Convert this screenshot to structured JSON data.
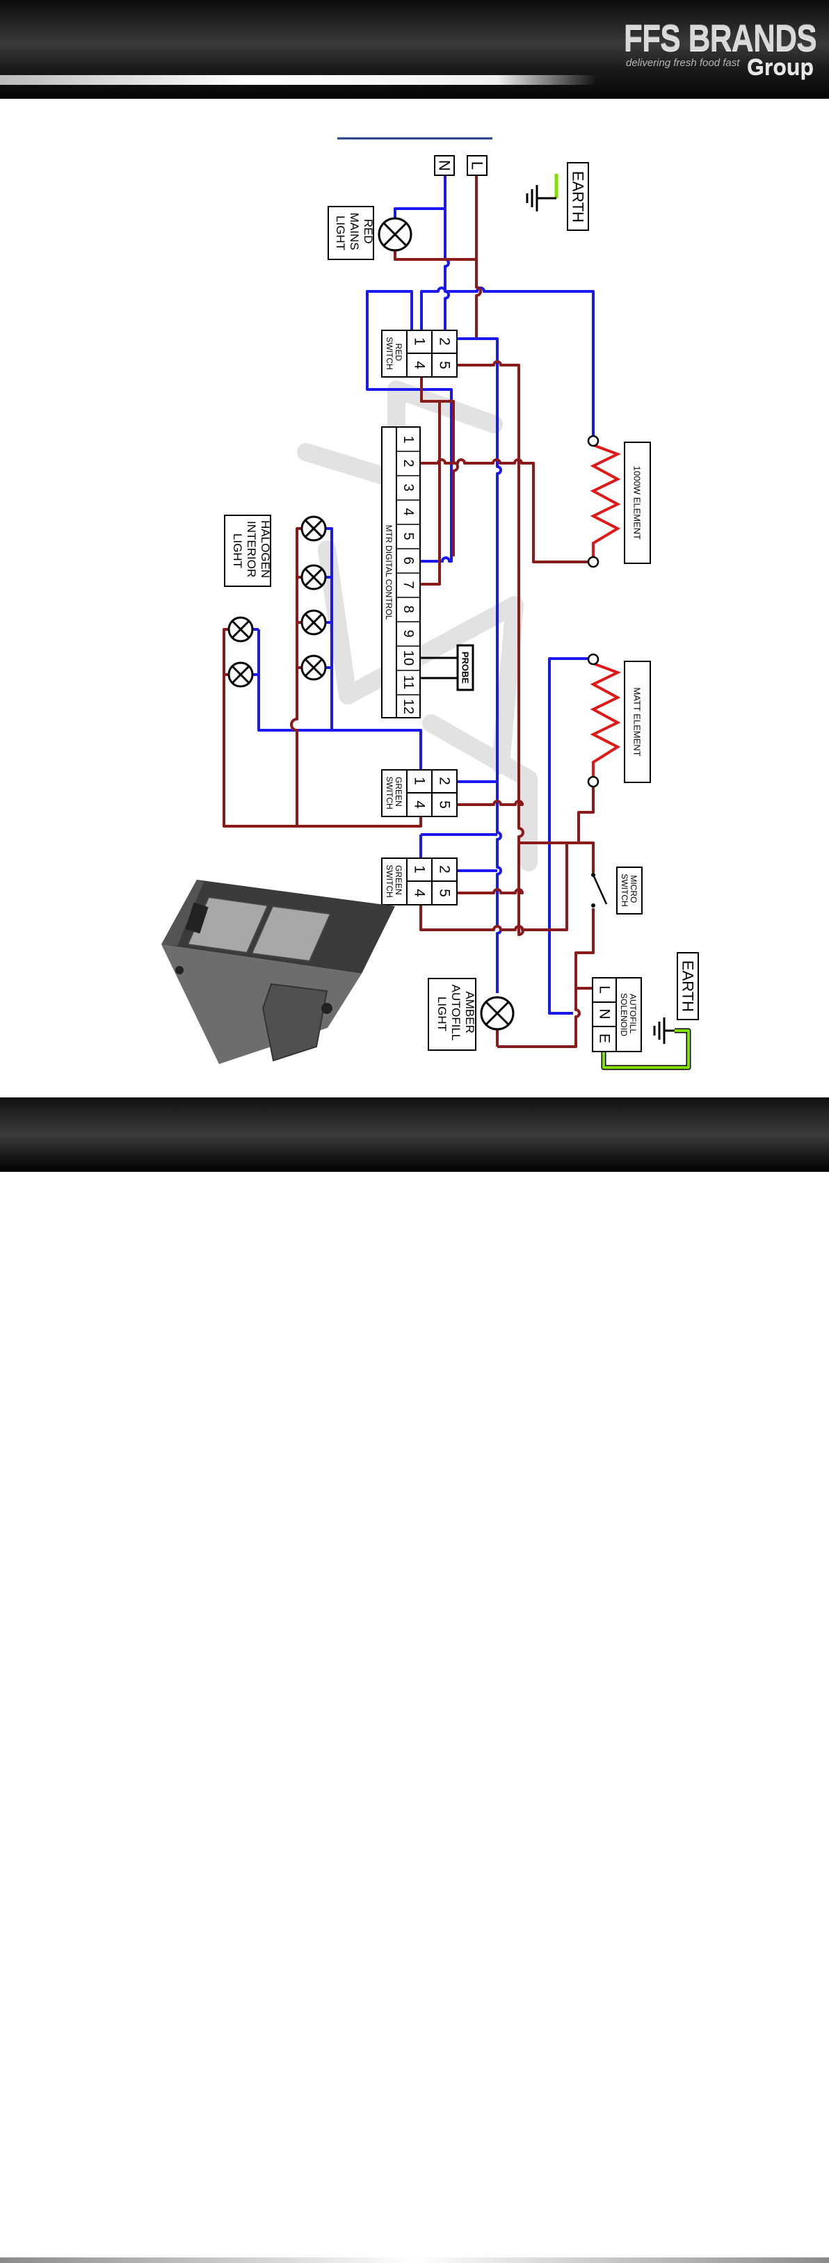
{
  "header": {
    "brand": "FFS BRANDS",
    "tagline": "delivering fresh food fast",
    "group": "Group"
  },
  "supply": {
    "neutral": "N",
    "live": "L",
    "earth": "EARTH"
  },
  "components": {
    "red_mains_light": [
      "RED",
      "MAINS",
      "LIGHT"
    ],
    "red_switch": {
      "label": [
        "RED",
        "SWITCH"
      ],
      "terminals": [
        "2",
        "5",
        "1",
        "4"
      ]
    },
    "mtr_control": {
      "label": "MTR DIGITAL CONTROL",
      "terminals": [
        "1",
        "2",
        "3",
        "4",
        "5",
        "6",
        "7",
        "8",
        "9",
        "10",
        "11",
        "12"
      ]
    },
    "probe": "PROBE",
    "element_1000w": "1000W ELEMENT",
    "matt_element": "MATT ELEMENT",
    "halogen_light": [
      "HALOGEN",
      "INTERIOR",
      "LIGHT"
    ],
    "green_switch_1": {
      "label": [
        "GREEN",
        "SWITCH"
      ],
      "terminals": [
        "2",
        "5",
        "1",
        "4"
      ]
    },
    "green_switch_2": {
      "label": [
        "GREEN",
        "SWITCH"
      ],
      "terminals": [
        "2",
        "5",
        "1",
        "4"
      ]
    },
    "micro_switch": [
      "MICRO",
      "SWITCH"
    ],
    "amber_light": [
      "AMBER",
      "AUTOFILL",
      "LIGHT"
    ],
    "autofill_solenoid": {
      "label": [
        "AUTOFILL",
        "SOLENOID"
      ],
      "terminals": [
        "L",
        "N",
        "E"
      ]
    },
    "earth_2": "EARTH"
  },
  "colors": {
    "neutral": "#1a1af0",
    "live": "#8b1a1a",
    "earth_green": "#7fe000",
    "element_red": "#e01818"
  }
}
